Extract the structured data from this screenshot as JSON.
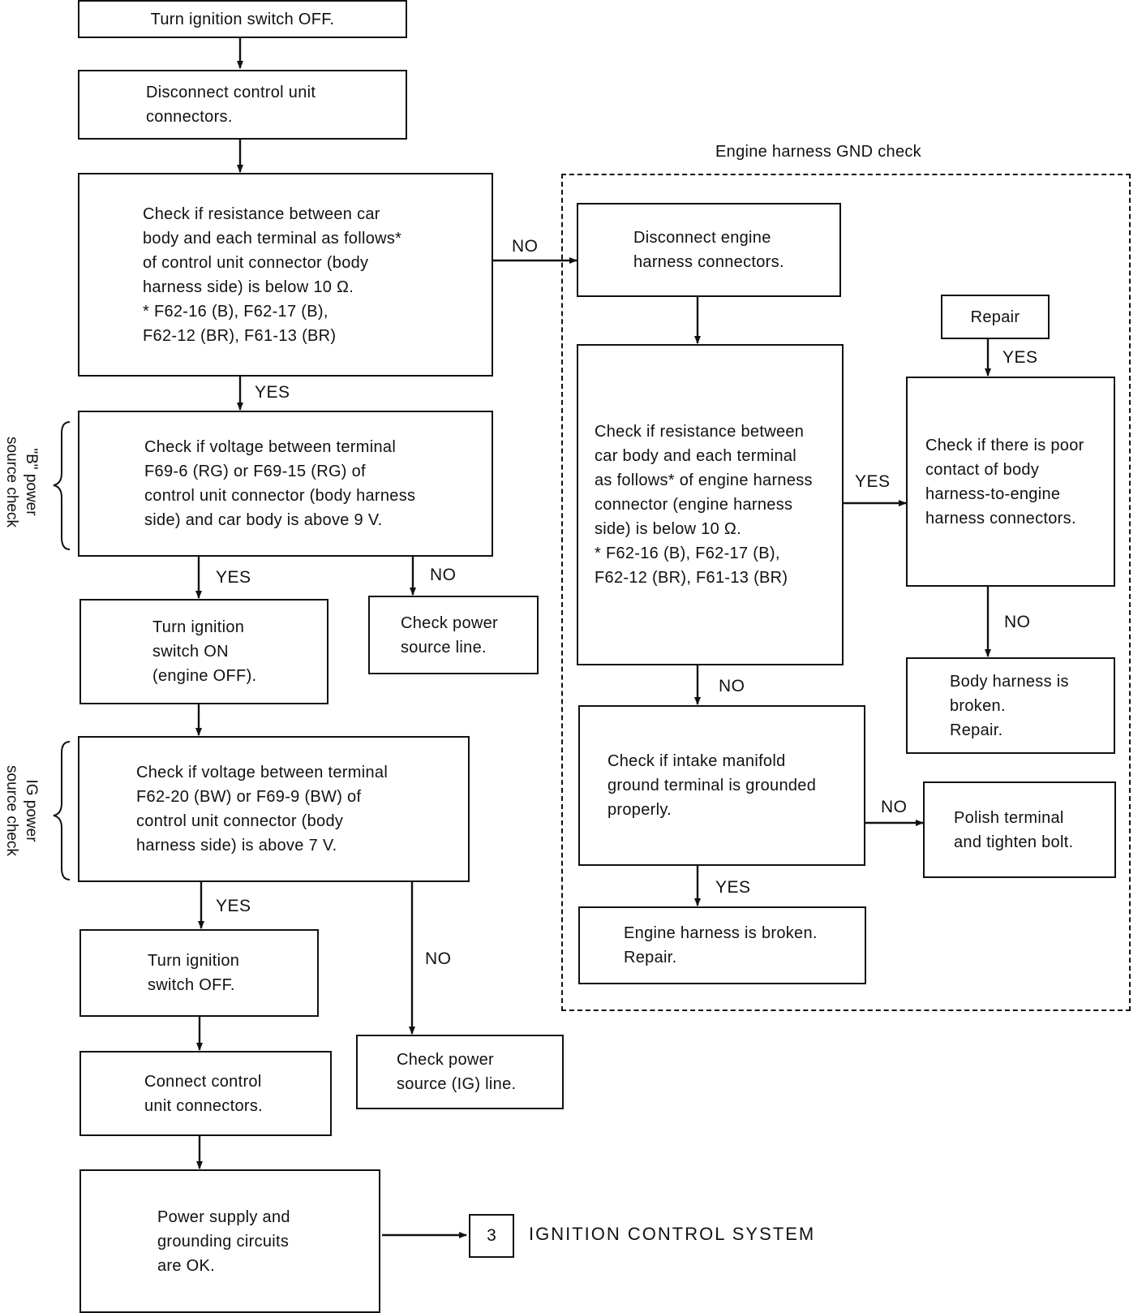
{
  "boxes": {
    "b1": "Turn ignition switch OFF.",
    "b2": "Disconnect control unit\nconnectors.",
    "b3": "Check if resistance between car\nbody and each terminal as follows*\nof control unit connector (body\nharness side) is below 10 Ω.\n     * F62-16 (B), F62-17 (B),\n       F62-12 (BR), F61-13 (BR)",
    "b4": "Check if voltage between terminal\nF69-6 (RG) or F69-15 (RG) of\ncontrol unit connector (body harness\nside) and car body is above 9 V.",
    "b5": "Turn ignition\nswitch ON\n(engine OFF).",
    "b6": "Check power\nsource line.",
    "b7": "Check if voltage between terminal\nF62-20 (BW) or F69-9 (BW) of\ncontrol unit connector (body\nharness side) is above 7 V.",
    "b8": "Turn ignition\nswitch OFF.",
    "b9": "Check power\nsource (IG) line.",
    "b10": "Connect control\nunit connectors.",
    "b11": "Power supply and\ngrounding circuits\nare OK.",
    "e1": "Disconnect engine\nharness connectors.",
    "e2": "Check if resistance between\ncar body and each terminal\nas follows* of engine harness\nconnector (engine harness\nside) is below 10 Ω.\n  * F62-16 (B), F62-17 (B),\n     F62-12 (BR), F61-13 (BR)",
    "e3": "Repair",
    "e4": "Check if there is poor\ncontact of body\nharness-to-engine\nharness connectors.",
    "e5": "Body harness is\nbroken.\nRepair.",
    "e6": "Check if intake manifold\nground terminal is grounded\nproperly.",
    "e7": "Polish terminal\nand tighten bolt.",
    "e8": "Engine harness is broken.\nRepair."
  },
  "labels": {
    "no1": "NO",
    "yes1": "YES",
    "yes2": "YES",
    "no2": "NO",
    "yes3": "YES",
    "no3": "NO",
    "yes4": "YES",
    "yes5": "YES",
    "no4": "NO",
    "no5": "NO",
    "no6": "NO",
    "yes6": "YES"
  },
  "side_labels": {
    "b_power": "\"B\" power\nsource check",
    "ig_power": "IG power\nsource check"
  },
  "region_title": "Engine harness GND check",
  "reference": {
    "number": "3",
    "text": "IGNITION CONTROL SYSTEM"
  }
}
